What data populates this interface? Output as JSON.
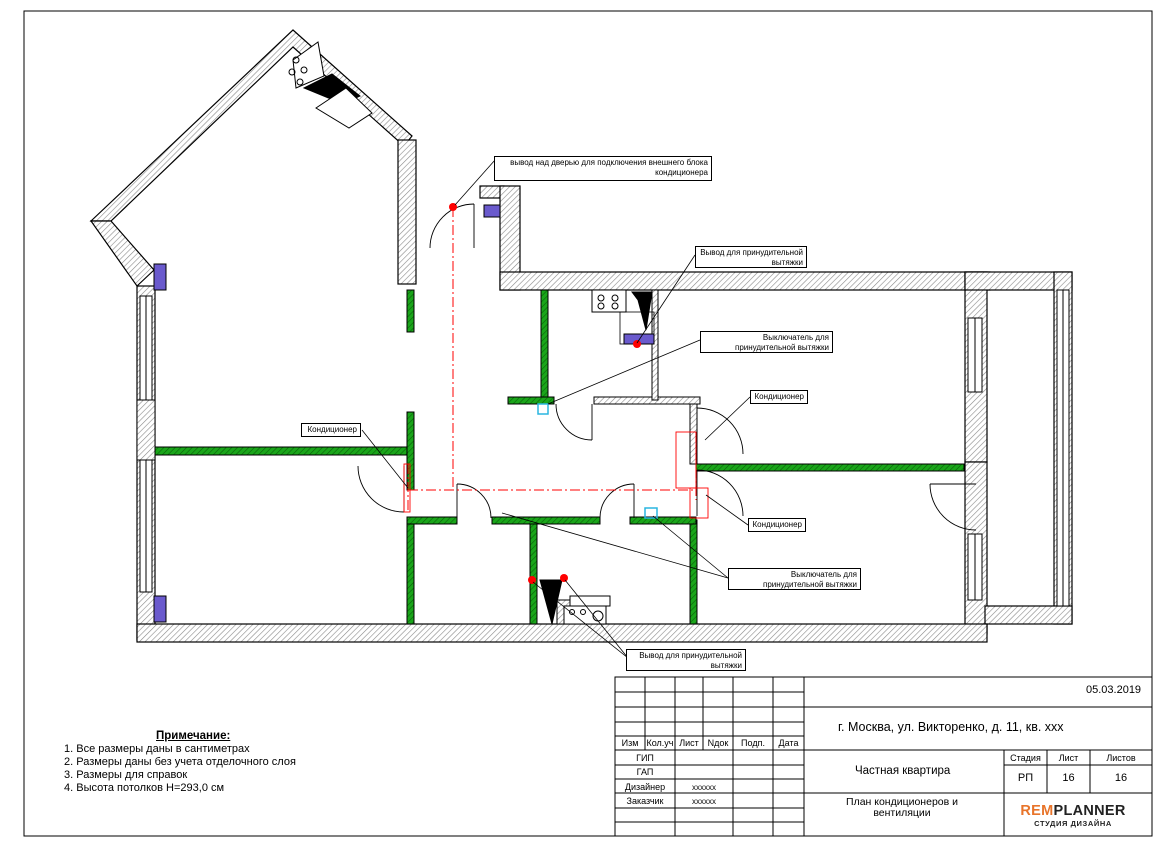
{
  "callouts": {
    "door_outlet": "вывод над дверью для подключения внешнего блока кондиционера",
    "exhaust_outlet_top": "Вывод для принудительной вытяжки",
    "exhaust_switch_top": "Выключатель для принудительной вытяжки",
    "ac_right_top": "Кондиционер",
    "ac_left": "Кондиционер",
    "ac_right_bottom": "Кондиционер",
    "exhaust_switch_bottom": "Выключатель для принудительной вытяжки",
    "exhaust_outlet_bottom": "Вывод для принудительной вытяжки"
  },
  "notes": {
    "title": "Примечание:",
    "items": [
      "1. Все размеры даны в сантиметрах",
      "2. Размеры даны без учета отделочного слоя",
      "3. Размеры для справок",
      "4. Высота потолков H=293,0 см"
    ]
  },
  "title_block": {
    "date": "05.03.2019",
    "address": "г. Москва, ул. Викторенко, д. 11, кв. xxx",
    "headers": [
      "Изм",
      "Кол.уч",
      "Лист",
      "Nдок",
      "Подп.",
      "Дата"
    ],
    "roles": [
      {
        "role": "ГИП",
        "name": ""
      },
      {
        "role": "ГАП",
        "name": ""
      },
      {
        "role": "Дизайнер",
        "name": "xxxxxx"
      },
      {
        "role": "Заказчик",
        "name": "xxxxxx"
      }
    ],
    "project": "Частная квартира",
    "stage_label": "Стадия",
    "sheet_label": "Лист",
    "sheets_label": "Листов",
    "stage": "РП",
    "sheet": "16",
    "sheets": "16",
    "drawing_title": "План кондиционеров и вентиляции",
    "brand_rem": "REM",
    "brand_planner": "PLANNER",
    "brand_sub": "СТУДИЯ ДИЗАЙНА"
  },
  "colors": {
    "wall_hatch": "#9a9a9a",
    "partition": "#1aa61a",
    "route": "#ff0000",
    "switch": "#2ab6e0",
    "fixture": "#6a5acd"
  }
}
